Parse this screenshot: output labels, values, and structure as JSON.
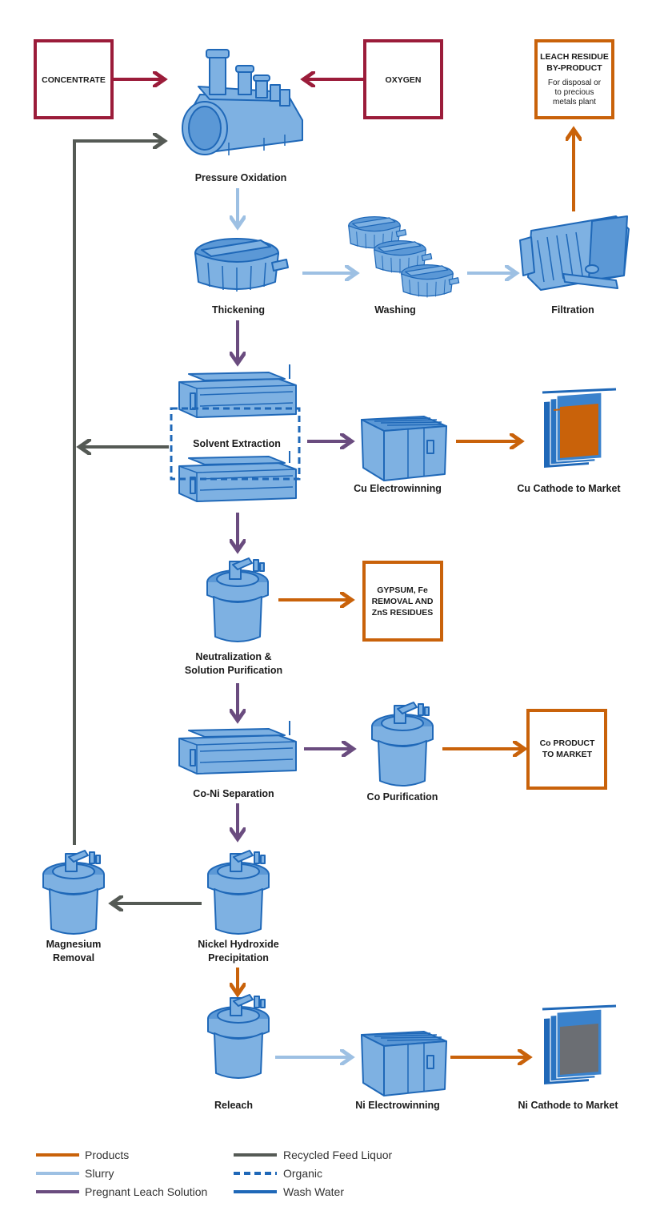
{
  "colors": {
    "products": "#c9620a",
    "slurry": "#9dc0e3",
    "pls": "#6a4c7f",
    "recycled": "#555a55",
    "organic": "#1f68b8",
    "washwater": "#1f68b8",
    "feed": "#9b1c3a",
    "equipment_fill": "#7eb1e2",
    "equipment_stroke": "#1f68b8"
  },
  "inputs": {
    "concentrate": "CONCENTRATE",
    "oxygen": "OXYGEN"
  },
  "leach_residue": {
    "title_line1": "LEACH RESIDUE",
    "title_line2": "BY-PRODUCT",
    "sub_line1": "For disposal or",
    "sub_line2": "to precious",
    "sub_line3": "metals plant"
  },
  "gypsum": {
    "line1": "GYPSUM, Fe",
    "line2": "REMOVAL AND",
    "line3": "ZnS RESIDUES"
  },
  "co_product": {
    "line1": "Co PRODUCT",
    "line2": "TO MARKET"
  },
  "stages": {
    "pressure_oxidation": "Pressure Oxidation",
    "thickening": "Thickening",
    "washing": "Washing",
    "filtration": "Filtration",
    "solvent_extraction": "Solvent Extraction",
    "cu_electrowinning": "Cu Electrowinning",
    "cu_cathode": "Cu Cathode to Market",
    "neutralization_line1": "Neutralization &",
    "neutralization_line2": "Solution Purification",
    "coni_separation": "Co-Ni Separation",
    "co_purification": "Co Purification",
    "magnesium_line1": "Magnesium",
    "magnesium_line2": "Removal",
    "nickel_line1": "Nickel Hydroxide",
    "nickel_line2": "Precipitation",
    "releach": "Releach",
    "ni_electrowinning": "Ni Electrowinning",
    "ni_cathode": "Ni Cathode to Market"
  },
  "legend": {
    "products": "Products",
    "slurry": "Slurry",
    "pls": "Pregnant Leach Solution",
    "recycled": "Recycled Feed Liquor",
    "organic": "Organic",
    "washwater": "Wash Water"
  }
}
